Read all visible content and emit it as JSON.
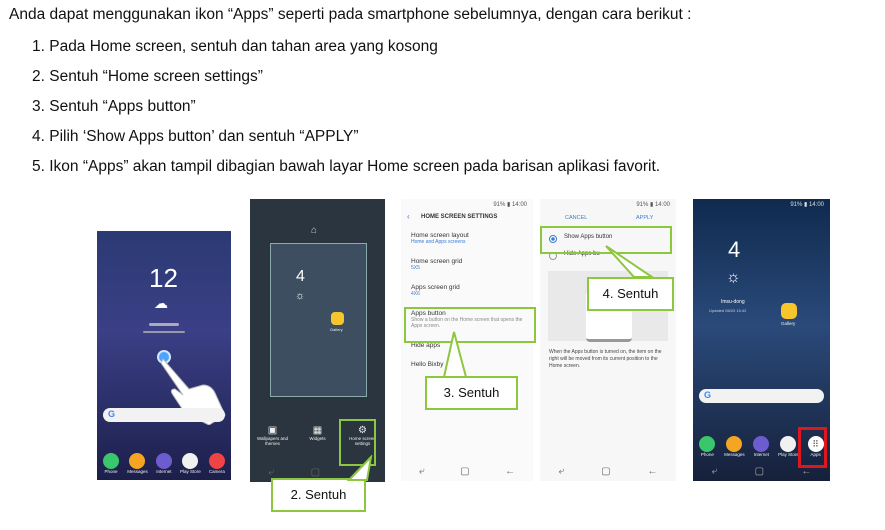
{
  "intro": "Anda dapat menggunakan ikon “Apps” seperti pada smartphone sebelumnya, dengan cara berikut  :",
  "steps": [
    "1. Pada Home screen, sentuh dan tahan area yang kosong",
    "2. Sentuh “Home screen settings”",
    "3. Sentuh “Apps button”",
    "4. Pilih ‘Show Apps button’ dan sentuh “APPLY”",
    "5. Ikon “Apps” akan tampil dibagian bawah layar Home screen pada barisan aplikasi favorit."
  ],
  "callouts": {
    "c2": "2. Sentuh",
    "c3": "3. Sentuh",
    "c4": "4. Sentuh"
  },
  "phone1": {
    "clock": "12",
    "dock": [
      "Phone",
      "Messages",
      "Internet",
      "Play Store",
      "Camera"
    ]
  },
  "phone2": {
    "temp": "4",
    "gallery": "Gallery",
    "options": [
      "Wallpapers and themes",
      "Widgets",
      "Home screen settings"
    ]
  },
  "phone3": {
    "status": "91% ▮ 14:00",
    "header": "HOME SCREEN SETTINGS",
    "items": [
      {
        "title": "Home screen layout",
        "sub": "Home and Apps screens"
      },
      {
        "title": "Home screen grid",
        "sub": "5X5"
      },
      {
        "title": "Apps screen grid",
        "sub": "4X6"
      },
      {
        "title": "Apps button",
        "sub": "Show a button on the Home screen that opens the Apps screen."
      },
      {
        "title": "Hide apps",
        "sub": ""
      },
      {
        "title": "Hello Bixby",
        "sub": ""
      }
    ]
  },
  "phone4": {
    "status": "91% ▮ 14:00",
    "cancel": "CANCEL",
    "apply": "APPLY",
    "opt1": "Show Apps button",
    "opt2": "Hide Apps bu",
    "desc": "When the Apps button is turned on, the item on the right will be moved from its current position to the Home screen."
  },
  "phone5": {
    "status": "91% ▮ 14:00",
    "temp": "4",
    "location": "Imsu-dong",
    "updated": "Updated 06/03 15:42",
    "gallery": "Gallery",
    "dock": [
      "Phone",
      "Messages",
      "Internet",
      "Play Store",
      "Apps"
    ]
  },
  "colors": {
    "callout_border": "#8dc63f",
    "apps_highlight": "#e0161e"
  }
}
